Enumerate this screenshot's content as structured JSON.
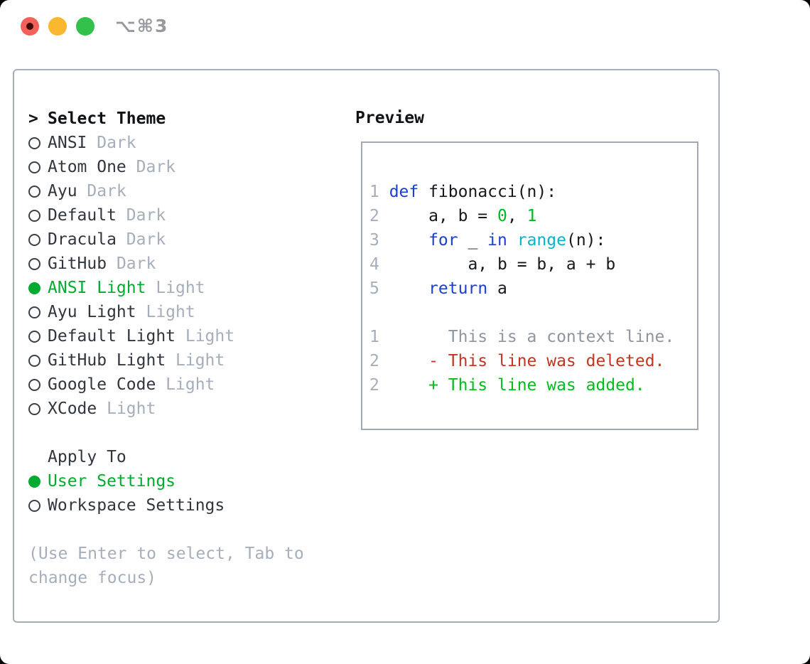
{
  "window": {
    "shortcut": "⌥⌘3",
    "controls": [
      "close",
      "minimize",
      "zoom"
    ]
  },
  "colors": {
    "accent_green": "#00ab30",
    "bright_green": "#00bd1c",
    "red": "#c43420",
    "blue": "#1b3ed6",
    "cyan": "#00b5cf",
    "dim": "#a6aebb",
    "border": "#a7aebb"
  },
  "theme_panel": {
    "cursor": ">",
    "title": "Select Theme",
    "items": [
      {
        "name": "ANSI",
        "variant": "Dark",
        "selected": false
      },
      {
        "name": "Atom One",
        "variant": "Dark",
        "selected": false
      },
      {
        "name": "Ayu",
        "variant": "Dark",
        "selected": false
      },
      {
        "name": "Default",
        "variant": "Dark",
        "selected": false
      },
      {
        "name": "Dracula",
        "variant": "Dark",
        "selected": false
      },
      {
        "name": "GitHub",
        "variant": "Dark",
        "selected": false
      },
      {
        "name": "ANSI Light",
        "variant": "Light",
        "selected": true
      },
      {
        "name": "Ayu Light",
        "variant": "Light",
        "selected": false
      },
      {
        "name": "Default Light",
        "variant": "Light",
        "selected": false
      },
      {
        "name": "GitHub Light",
        "variant": "Light",
        "selected": false
      },
      {
        "name": "Google Code",
        "variant": "Light",
        "selected": false
      },
      {
        "name": "XCode",
        "variant": "Light",
        "selected": false
      }
    ]
  },
  "apply_to": {
    "title": "Apply To",
    "options": [
      {
        "label": "User Settings",
        "selected": true
      },
      {
        "label": "Workspace Settings",
        "selected": false
      }
    ]
  },
  "help_text": "(Use Enter to select, Tab to change focus)",
  "preview": {
    "title": "Preview",
    "code": [
      {
        "num": "1",
        "tokens": [
          {
            "t": "def"
          },
          {
            "t": " fibonacci(n):"
          }
        ]
      },
      {
        "num": "2",
        "tokens": [
          {
            "t": "    a, b = "
          },
          {
            "t": "0"
          },
          {
            "t": ", "
          },
          {
            "t": "1"
          }
        ]
      },
      {
        "num": "3",
        "tokens": [
          {
            "t": "    "
          },
          {
            "t": "for"
          },
          {
            "t": " _ "
          },
          {
            "t": "in"
          },
          {
            "t": " "
          },
          {
            "t": "range"
          },
          {
            "t": "(n):"
          }
        ]
      },
      {
        "num": "4",
        "tokens": [
          {
            "t": "        a, b = b, a + b"
          }
        ]
      },
      {
        "num": "5",
        "tokens": [
          {
            "t": "    "
          },
          {
            "t": "return"
          },
          {
            "t": " a"
          }
        ]
      }
    ],
    "diff": [
      {
        "num": "1",
        "kind": "context",
        "text": "      This is a context line."
      },
      {
        "num": "2",
        "kind": "deleted",
        "text": "    - This line was deleted."
      },
      {
        "num": "2",
        "kind": "added",
        "text": "    + This line was added."
      }
    ]
  }
}
